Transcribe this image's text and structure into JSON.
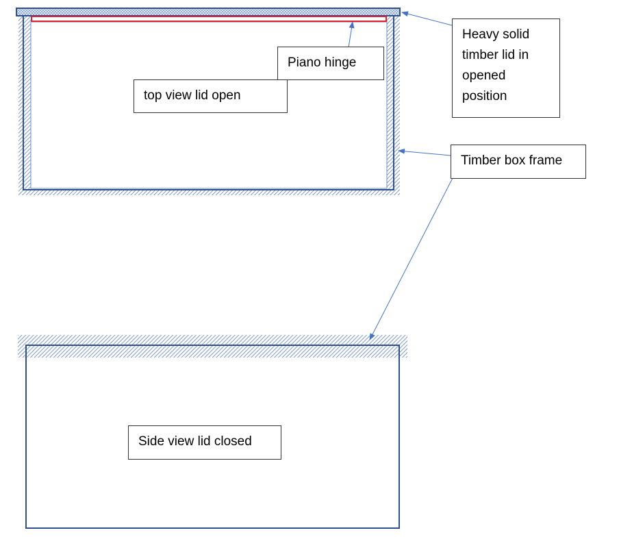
{
  "labels": {
    "piano_hinge": "Piano hinge",
    "top_view": "top view lid open",
    "heavy_lid": "Heavy solid timber lid in opened position",
    "timber_frame": "Timber box frame",
    "side_view": "Side view lid closed"
  },
  "colors": {
    "frame_stroke": "#2f4f8f",
    "hatch": "#6f8fc4",
    "hinge": "#e0202c",
    "arrow": "#4472c4",
    "lid_fill": "#c9d7ef"
  }
}
